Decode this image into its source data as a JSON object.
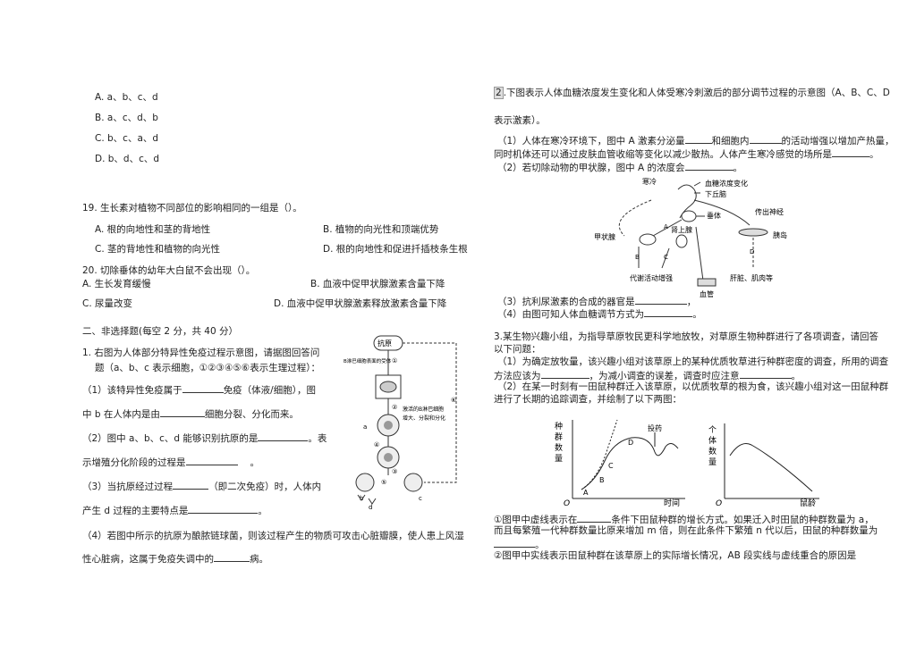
{
  "left": {
    "q18_options": [
      "A. a、b、c、d",
      "B. a、c、d、b",
      "C. b、c、a、d",
      "D. b、d、c、d"
    ],
    "q19": {
      "stem": "19. 生长素对植物不同部位的影响相同的一组是（）。",
      "A": "A. 根的向地性和茎的背地性",
      "B": "B. 植物的向光性和顶端优势",
      "C": "C. 茎的背地性和植物的向光性",
      "D": "D. 根的向地性和促进扦插枝条生根"
    },
    "q20": {
      "stem": "20. 切除垂体的幼年大白鼠不会出现（）。",
      "A": "A. 生长发育缓慢",
      "B": "B. 血液中促甲状腺激素含量下降",
      "C": "C. 尿量改变",
      "D": "D. 血液中促甲状腺激素释放激素含量下降"
    },
    "section2": "二、非选择题(每空 2 分，共 40 分）",
    "q1_intro_1": "1. 右图为人体部分特异性免疫过程示意图，请据图回答问",
    "q1_intro_2": "题（a、b、c 表示细胞，①②③④⑤⑥表示生理过程）：",
    "q1_p1_a": "（1）该特异性免疫属于",
    "q1_p1_b": "免疫（体液/细胞），图",
    "q1_p1_c": "中 b 在人体内是由",
    "q1_p1_d": "细胞分裂、分化而来。",
    "q1_p2_a": "（2）图中 a、b、c、d 能够识别抗原的是",
    "q1_p2_b": "。表",
    "q1_p2_c": "示增殖分化阶段的过程是",
    "q1_p2_d": "。",
    "q1_p3_a": "（3）当抗原经过过程",
    "q1_p3_b": "（即二次免疫）时，人体内",
    "q1_p3_c": "产生 d 过程的主要特点是",
    "q1_p3_d": "。",
    "q1_p4_a": "（4）若图中所示的抗原为酿脓链球菌，则该过程产生的物质可攻击心脏瓣膜，使人患上风湿",
    "q1_p4_b": "性心脏病，这属于免疫失调中的",
    "q1_p4_c": "病。",
    "fig_labels": {
      "antigen": "抗原",
      "bcell": "B淋巴细胞表面的受体",
      "activated_1": "激活的B淋巴细胞",
      "activated_2": "增大、分裂和分化",
      "a": "a",
      "b": "b",
      "c": "c",
      "d": "d",
      "n1": "①",
      "n2": "②",
      "n3": "③",
      "n4": "④",
      "n5": "⑤",
      "n6": "⑥"
    }
  },
  "right": {
    "q2_num": "2",
    "q2_line1": ".下图表示人体血糖浓度发生变化和人体受寒冷刺激后的部分调节过程的示意图（A、B、C、D",
    "q2_line2": "表示激素）。",
    "q2_p1_a": "（1）人体在寒冷环境下，图中 A 激素分泌量",
    "q2_p1_b": "和细胞内",
    "q2_p1_c": "的活动增强以增加产热量，",
    "q2_p1_d": "同时机体还可以通过皮肤血管收缩等变化以减少散热。人体产生寒冷感觉的场所是",
    "q2_p1_e": "。",
    "q2_p2_a": "（2）若切除动物的甲状腺，图中 A 的浓度会",
    "q2_p2_b": "。",
    "q2_p3_a": "（3）抗利尿激素的合成的器官是",
    "q2_p3_b": "，",
    "q2_p4_a": "（4）由图可知人体血糖调节方式为",
    "q2_p4_b": "。",
    "fig2": {
      "cold": "寒冷",
      "glucose": "血糖浓度变化",
      "hypothalamus": "下丘脑",
      "pituitary": "垂体",
      "nerve": "传出神经",
      "thyroid": "甲状腺",
      "adrenal": "肾上腺",
      "islet": "胰岛",
      "metabolism": "代谢活动增强",
      "vessel": "血管",
      "liver": "肝脏、肌肉等",
      "A": "A",
      "B": "B",
      "C": "C",
      "D": "D"
    },
    "q3_line1": "3.某生物兴趣小组，为指导草原牧民更科学地放牧，对草原生物种群进行了各项调查，请回答",
    "q3_line2": "以下问题：",
    "q3_p1_a": "（1）为确定放牧量，该兴趣小组对该草原上的某种优质牧草进行种群密度的调查，所用的调查",
    "q3_p1_b": "方法应该为",
    "q3_p1_c": "，为减小调查的误差，调查时应注意",
    "q3_p1_d": "。",
    "q3_p2_a": "（2）在某一时刻有一田鼠种群迁入该草原，以优质牧草的根为食，该兴趣小组对这一田鼠种群",
    "q3_p2_b": "进行了长期的追踪调查，并绘制了以下两图：",
    "chart1": {
      "ylabel": "种群数量",
      "xlabel": "时间",
      "origin": "O",
      "drug": "投药",
      "A": "A",
      "B": "B",
      "C": "C",
      "D": "D"
    },
    "chart2": {
      "ylabel": "个体数量",
      "xlabel": "鼠龄",
      "origin": "O"
    },
    "q3_c1_a": "①图甲中虚线表示在",
    "q3_c1_b": "条件下田鼠种群的增长方式。如果迁入时田鼠的种群数量为 a，",
    "q3_c1_c": "而且每繁殖一代种群数量比原来增加 m 倍，则在此条件下繁殖 n 代以后，田鼠的种群数量为",
    "q3_c1_d": "。",
    "q3_c2": "②图甲中实线表示田鼠种群在该草原上的实际增长情况，AB 段实线与虚线重合的原因是"
  }
}
